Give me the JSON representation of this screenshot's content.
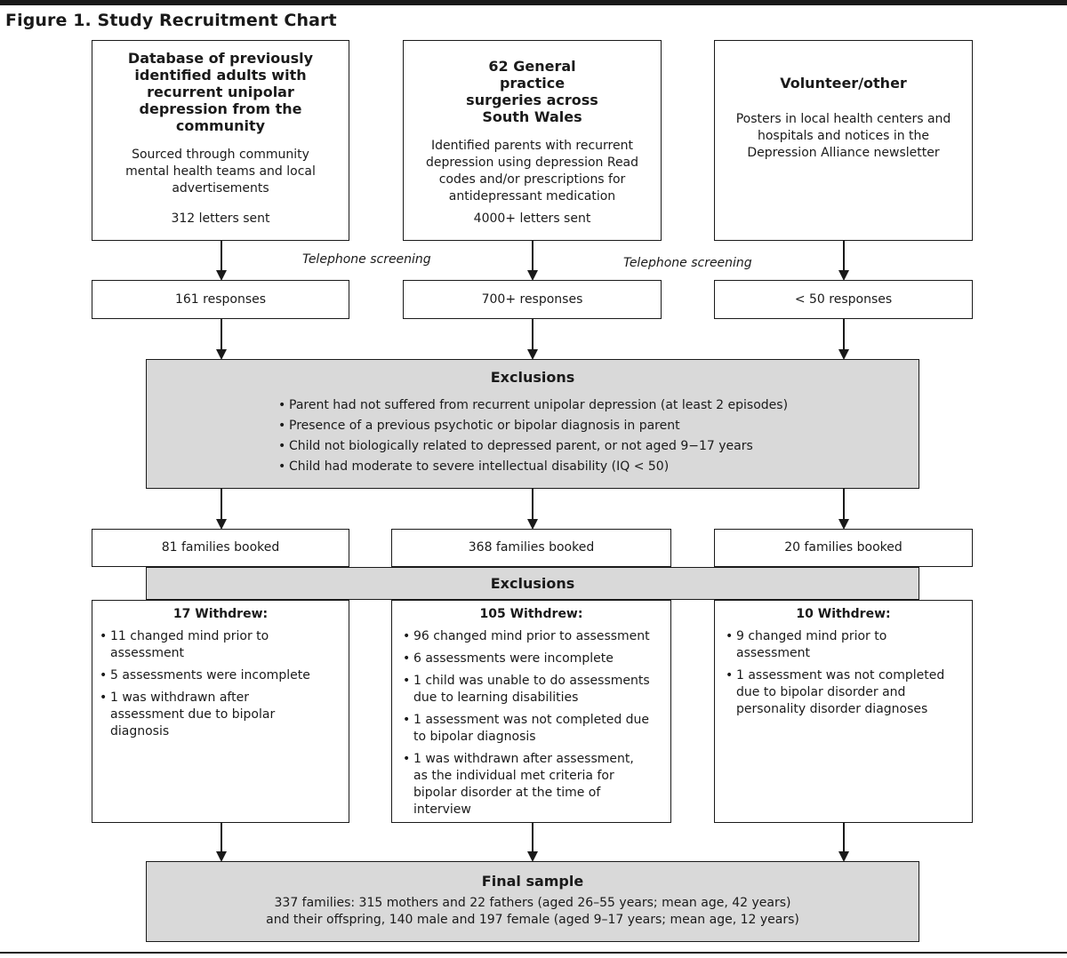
{
  "figure": {
    "title": "Figure 1. Study Recruitment Chart"
  },
  "sources": [
    {
      "title": "Database of previously identified adults with recurrent unipolar depression from the community",
      "description": "Sourced through community mental health teams and local advertisements",
      "letters": "312 letters sent"
    },
    {
      "title": "62 General practice surgeries across South Wales",
      "description": "Identified parents with recurrent depression using depression Read codes and/or prescriptions for antidepressant medication",
      "letters": "4000+ letters sent"
    },
    {
      "title": "Volunteer/other",
      "description": "Posters in local health centers and hospitals and notices in the Depression Alliance newsletter",
      "letters": ""
    }
  ],
  "screening": {
    "left": "Telephone screening",
    "right": "Telephone screening"
  },
  "responses": [
    "161 responses",
    "700+ responses",
    "< 50 responses"
  ],
  "exclusions": {
    "title": "Exclusions",
    "items": [
      "Parent had not suffered from recurrent unipolar depression (at least 2 episodes)",
      "Presence of a previous psychotic or bipolar diagnosis in parent",
      "Child not biologically related to depressed parent, or not aged 9−17 years",
      "Child had moderate to severe intellectual disability (IQ < 50)"
    ]
  },
  "booked": [
    "81 families booked",
    "368 families booked",
    "20 families booked"
  ],
  "exclusions2": {
    "title": "Exclusions"
  },
  "withdrawals": [
    {
      "title": "17 Withdrew:",
      "items": [
        "11 changed mind prior to assessment",
        "5 assessments were incomplete",
        "1 was withdrawn after assessment due to bipolar diagnosis"
      ]
    },
    {
      "title": "105 Withdrew:",
      "items": [
        "96 changed mind prior to assessment",
        "6 assessments were incomplete",
        "1 child was unable to do assessments due to learning disabilities",
        "1 assessment was not completed due to bipolar diagnosis",
        "1 was withdrawn after assessment, as the individual met criteria for bipolar disorder at the time of interview"
      ]
    },
    {
      "title": "10 Withdrew:",
      "items": [
        "9 changed mind prior to assessment",
        "1 assessment was not completed due to bipolar disorder and personality disorder diagnoses"
      ]
    }
  ],
  "final": {
    "title": "Final sample",
    "line1": "337 families: 315 mothers and 22 fathers (aged 26–55 years; mean age, 42 years)",
    "line2": "and their offspring, 140 male and 197 female (aged 9–17 years; mean age, 12 years)"
  }
}
